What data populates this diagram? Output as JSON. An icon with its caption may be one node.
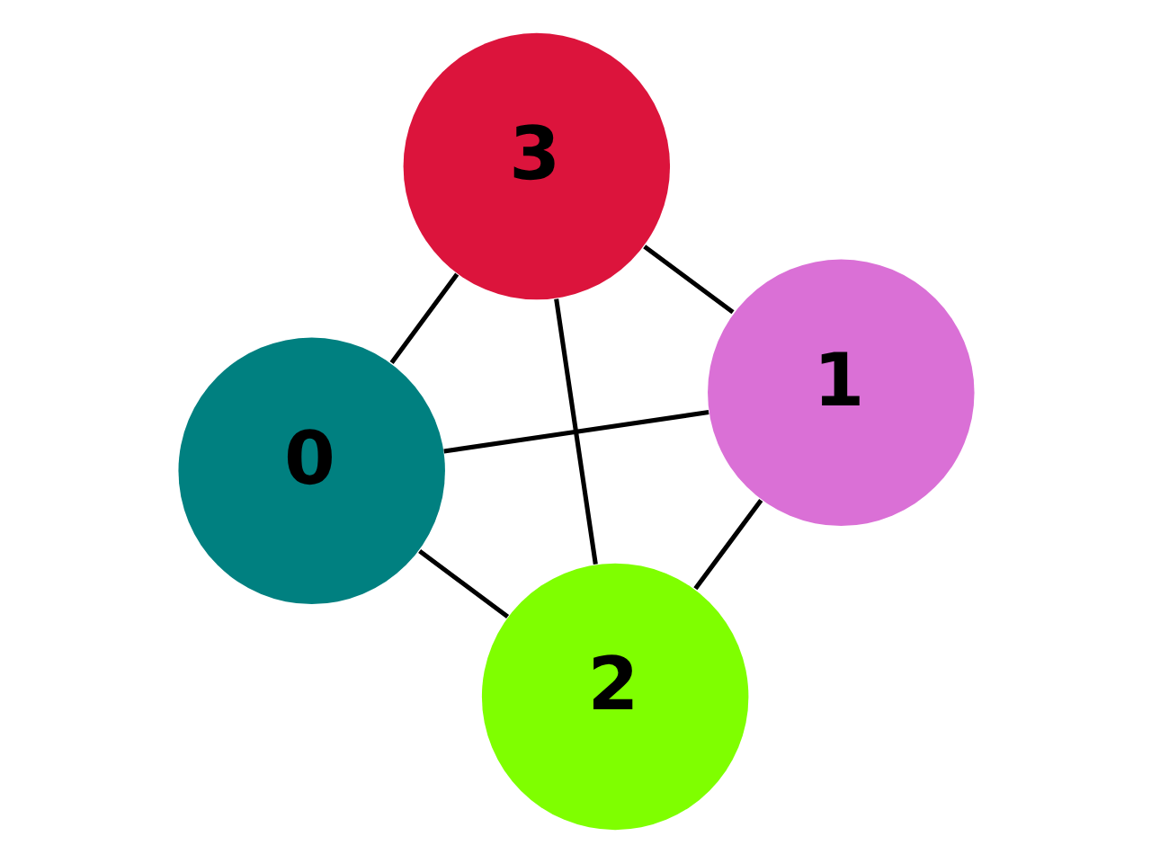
{
  "diagram": {
    "nodes": [
      {
        "text": [
          "0"
        ]
      },
      {
        "text": [
          "1"
        ]
      },
      {
        "text": [
          "2"
        ]
      },
      {
        "text": [
          "3"
        ]
      }
    ],
    "edges": [
      {
        "from": 0,
        "to": 2,
        "arrow": "none"
      },
      {
        "from": 0,
        "to": 1,
        "arrow": "none"
      },
      {
        "from": 0,
        "to": 3,
        "arrow": "none"
      },
      {
        "from": 2,
        "to": 1,
        "arrow": "none"
      },
      {
        "from": 2,
        "to": 3,
        "arrow": "none"
      },
      {
        "from": 1,
        "to": 3,
        "arrow": "none"
      }
    ]
  }
}
